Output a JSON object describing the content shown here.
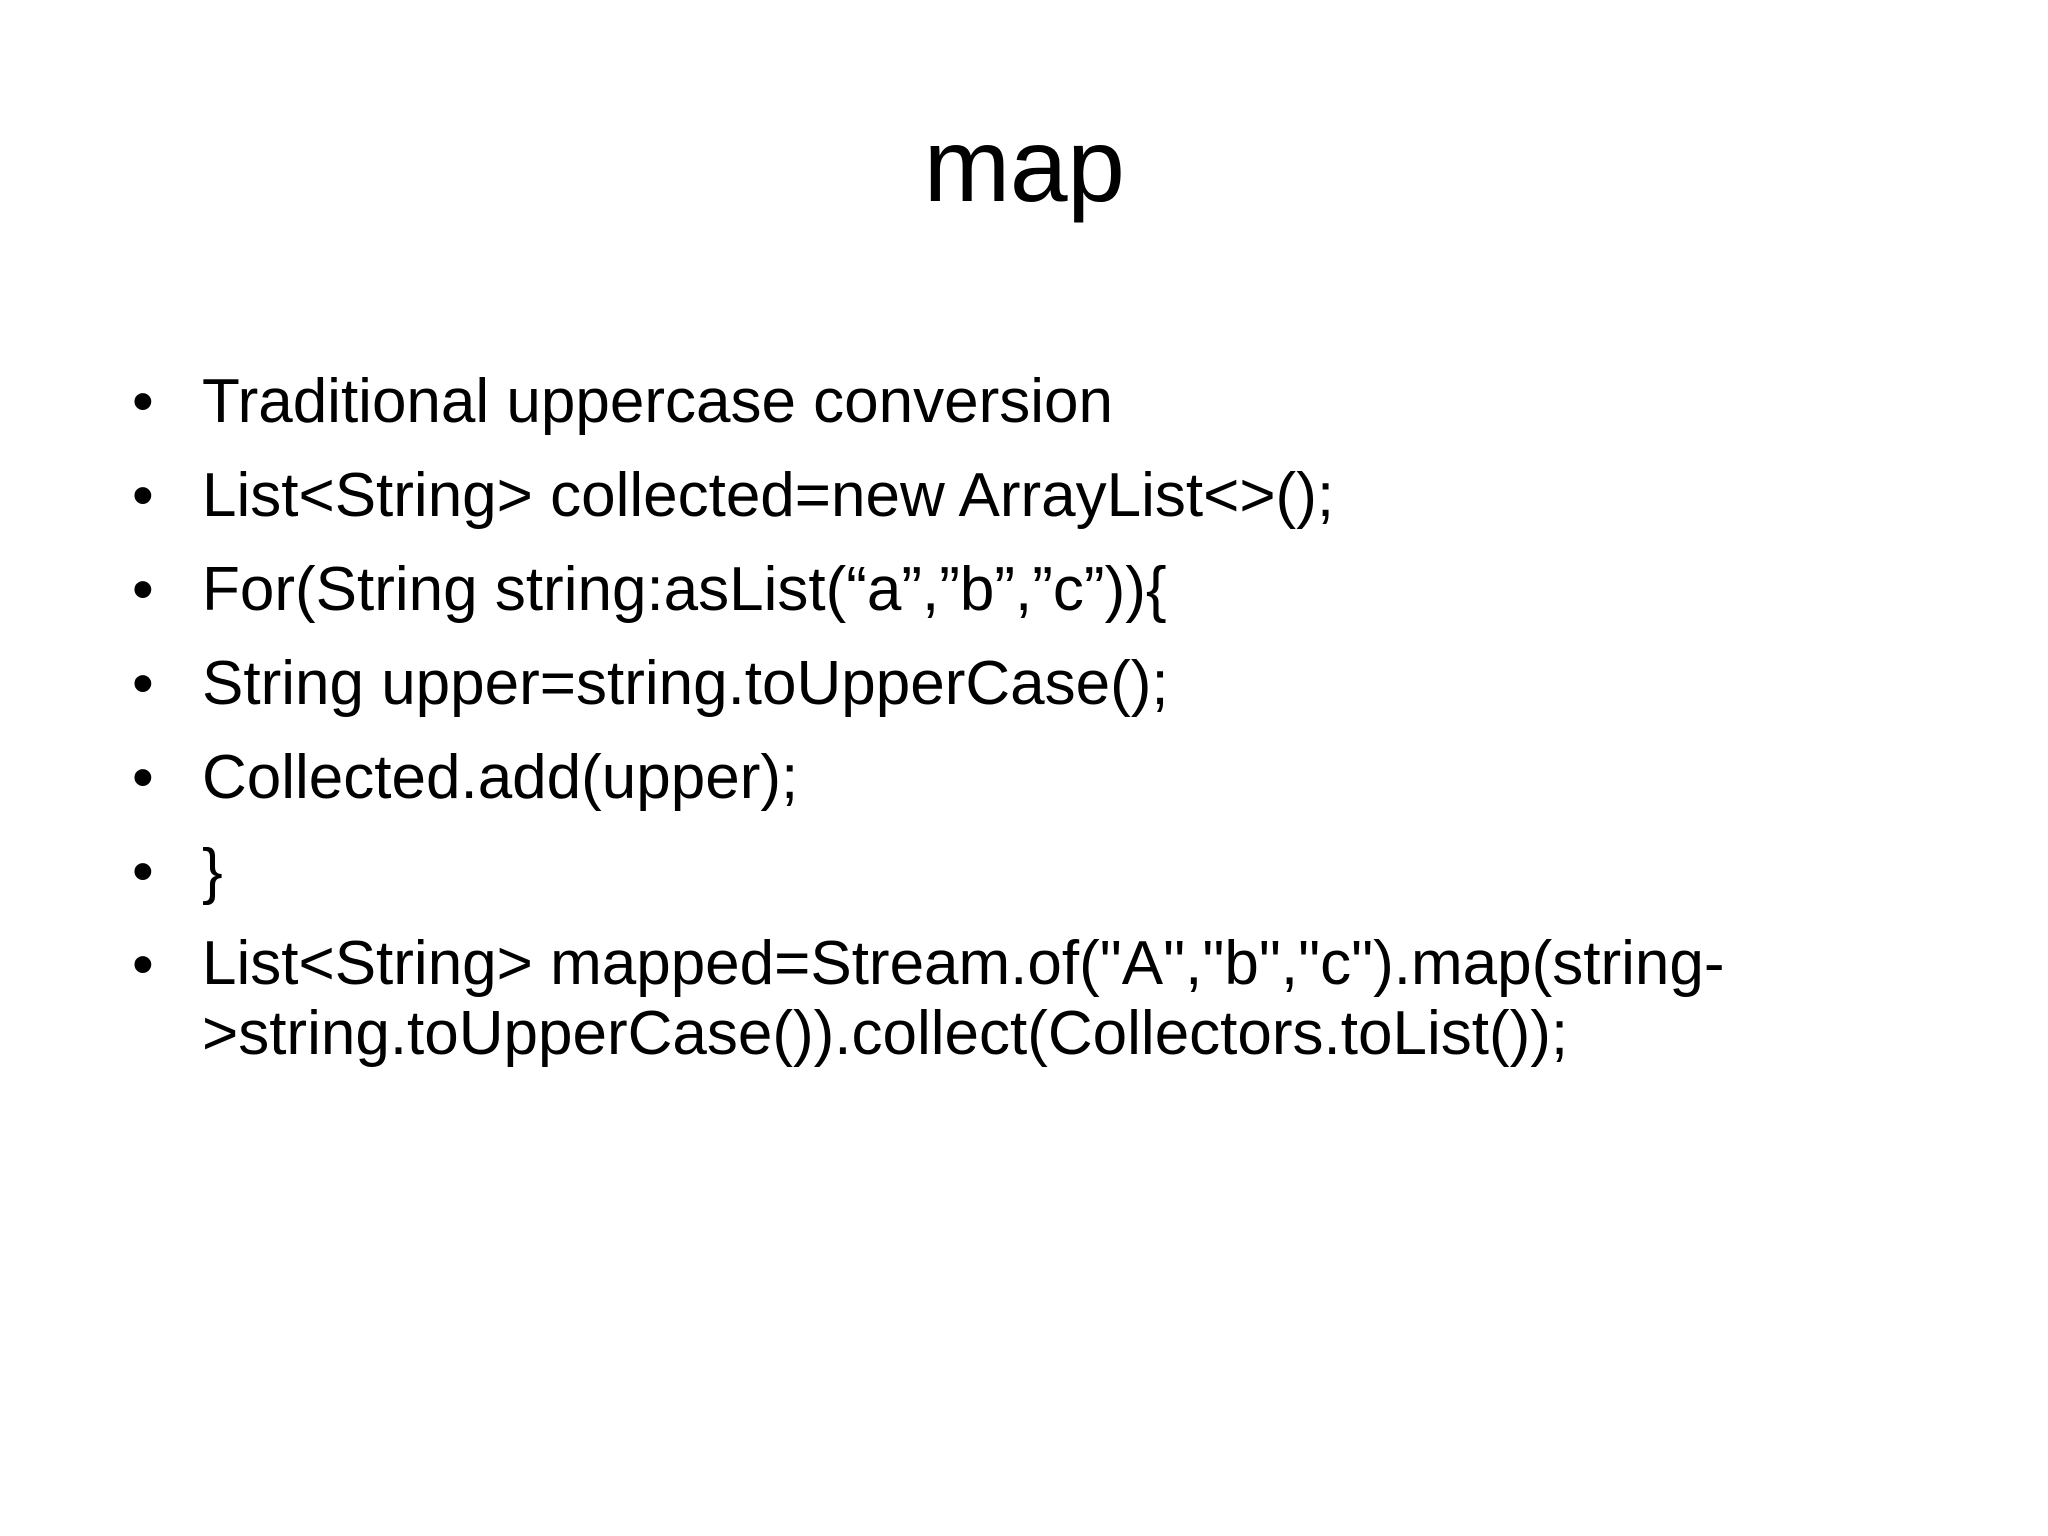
{
  "slide": {
    "title": "map",
    "background_color": "#ffffff",
    "text_color": "#000000",
    "bullet_glyph": "•",
    "bullets": [
      {
        "text": "Traditional uppercase conversion"
      },
      {
        "text": "List<String> collected=new ArrayList<>();"
      },
      {
        "text": "For(String string:asList(“a”,”b”,”c”)){"
      },
      {
        "text": "String upper=string.toUpperCase();"
      },
      {
        "text": "Collected.add(upper);"
      },
      {
        "text": "}"
      },
      {
        "text": "List<String> mapped=Stream.of(\"A\",\"b\",\"c\").map(string->string.toUpperCase()).collect(Collectors.toList());"
      }
    ]
  }
}
